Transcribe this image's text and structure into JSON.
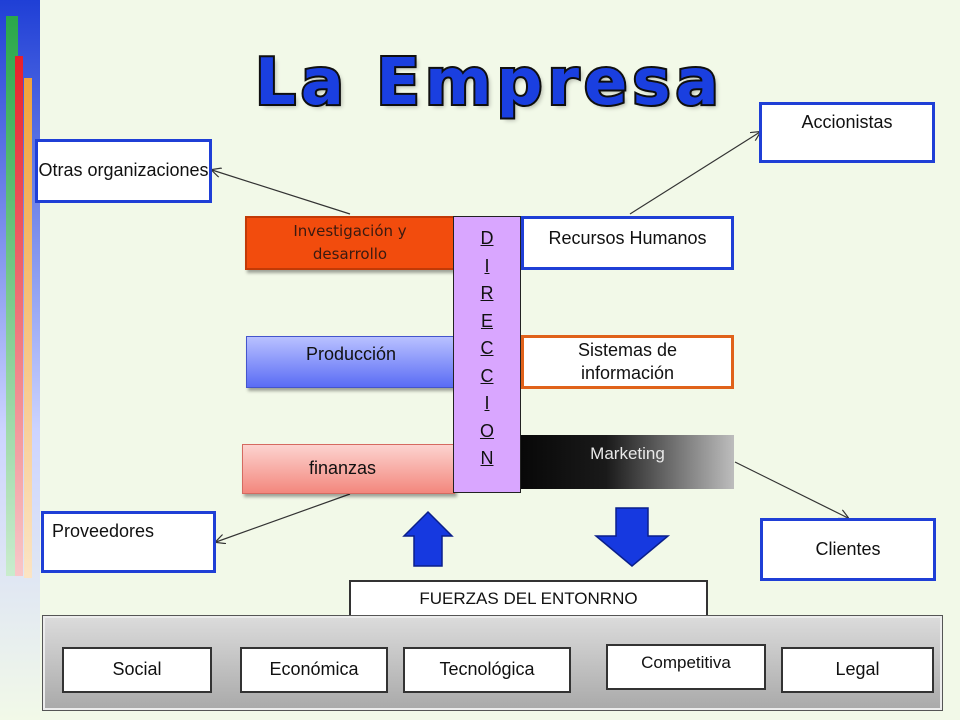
{
  "title": "La Empresa",
  "external": {
    "otras": "Otras organizaciones",
    "accionistas": "Accionistas",
    "proveedores": "Proveedores",
    "clientes": "Clientes"
  },
  "departments": {
    "investigacion": "Investigación y desarrollo",
    "produccion": "Producción",
    "finanzas": "finanzas",
    "rrhh": "Recursos Humanos",
    "sistemas": "Sistemas de información",
    "marketing": "Marketing"
  },
  "direccion": [
    "D",
    "I",
    "R",
    "E",
    "C",
    "C",
    "I",
    "O",
    "N"
  ],
  "fuerzas": "FUERZAS DEL ENTONRNO",
  "forces": {
    "social": "Social",
    "economica": "Económica",
    "tecnologica": "Tecnológica",
    "competitiva": "Competitiva",
    "legal": "Legal"
  },
  "colors": {
    "accent_blue": "#1f3fd6",
    "title_blue": "#1a3fe0",
    "investigacion": "#f24c0d",
    "produccion": "#6f7df7",
    "finanzas": "#f59a92",
    "direccion": "#d9a6ff",
    "arrow_blue": "#1639e0",
    "sistemas_border": "#e0621a"
  }
}
